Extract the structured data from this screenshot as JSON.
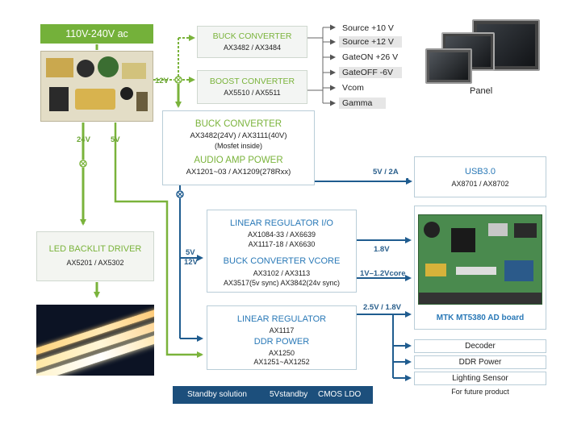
{
  "power_input": {
    "label": "110V-240V ac"
  },
  "wires": {
    "v12": "12V",
    "v24": "24V",
    "v5": "5V",
    "usb": "5V / 2A",
    "mid_5v": "5V",
    "mid_12v": "12V",
    "out_18": "1.8V",
    "out_core": "1V–1.2Vcore",
    "out_ddr": "2.5V / 1.8V"
  },
  "buck_top": {
    "title": "BUCK CONVERTER",
    "parts": "AX3482 / AX3484"
  },
  "boost": {
    "title": "BOOST CONVERTER",
    "parts": "AX5510 / AX5511"
  },
  "outputs": [
    {
      "label": "Source  +10 V",
      "shaded": false
    },
    {
      "label": "Source  +12 V",
      "shaded": true
    },
    {
      "label": "GateON +26 V",
      "shaded": false
    },
    {
      "label": "GateOFF -6V",
      "shaded": true
    },
    {
      "label": "Vcom",
      "shaded": false
    },
    {
      "label": "Gamma",
      "shaded": true
    }
  ],
  "panel": {
    "label": "Panel"
  },
  "buck_main": {
    "title": "BUCK CONVERTER",
    "parts": "AX3482(24V) / AX3111(40V)",
    "note": "(Mosfet inside)",
    "title2": "AUDIO AMP POWER",
    "parts2": "AX1201~03 / AX1209(278Rxx)"
  },
  "usb": {
    "title": "USB3.0",
    "parts": "AX8701 / AX8702"
  },
  "led": {
    "title": "LED BACKLIT DRIVER",
    "parts": "AX5201 / AX5302"
  },
  "linear_io": {
    "title": "LINEAR REGULATOR I/O",
    "parts1": "AX1084-33 / AX6639",
    "parts2": "AX1117-18 / AX6630",
    "title2": "BUCK CONVERTER VCORE",
    "parts3": "AX3102 / AX3113",
    "parts4": "AX3517(5v sync) AX3842(24v sync)"
  },
  "board": {
    "label": "MTK MT5380 AD board"
  },
  "linear_ddr": {
    "title": "LINEAR REGULATOR",
    "parts1": "AX1117",
    "title2": "DDR POWER",
    "parts2": "AX1250",
    "parts3": "AX1251~AX1252"
  },
  "decoder": {
    "label": "Decoder"
  },
  "ddr_power": {
    "label": "DDR Power"
  },
  "lighting": {
    "label": "Lighting Sensor"
  },
  "future_note": "For future  product",
  "standby": {
    "title": "Standby solution",
    "item1": "5Vstandby",
    "item2": "CMOS LDO"
  },
  "colors": {
    "green": "#7ab33b",
    "blue": "#2a79b7",
    "navy": "#1c4f7c",
    "line_blue": "#1f5c8f"
  }
}
